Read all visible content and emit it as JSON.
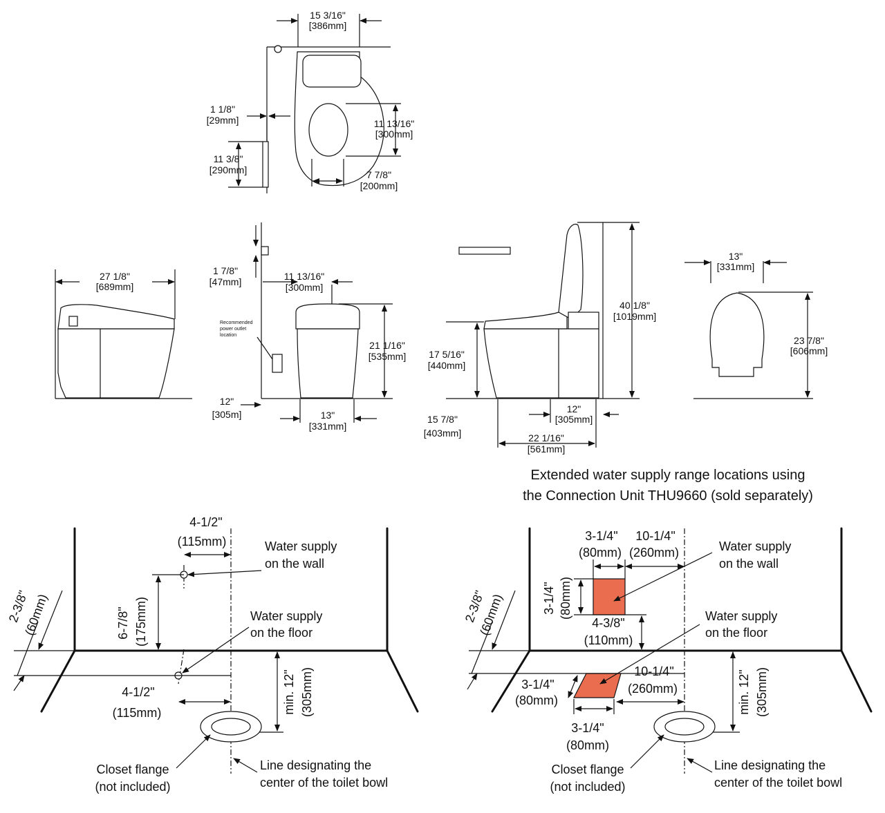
{
  "top_view": {
    "width_in": "15 3/16\"",
    "width_mm": "[386mm]",
    "d1_in": "1 1/8\"",
    "d1_mm": "[29mm]",
    "remote_in": "11 3/8\"",
    "remote_mm": "[290mm]",
    "bowl_len_in": "11 13/16\"",
    "bowl_len_mm": "[300mm]",
    "bowl_w_in": "7 7/8\"",
    "bowl_w_mm": "[200mm]"
  },
  "side_view": {
    "len_in": "27 1/8\"",
    "len_mm": "[689mm]"
  },
  "front_view": {
    "d1_in": "1 7/8\"",
    "d1_mm": "[47mm]",
    "bowl_in": "11 13/16\"",
    "bowl_mm": "[300mm]",
    "height_in": "21 1/16\"",
    "height_mm": "[535mm]",
    "rough_in": "12\"",
    "rough_mm": "[305m]",
    "base_in": "13\"",
    "base_mm": "[331mm]",
    "outlet_note": [
      "Recommended",
      "power outlet",
      "location"
    ]
  },
  "open_view": {
    "seat_in": "17 5/16\"",
    "seat_mm": "[440mm]",
    "total_in": "40 1/8\"",
    "total_mm": "[1019mm]",
    "rough_in": "12\"",
    "rough_mm": "[305mm]",
    "front_in": "15 7/8\"",
    "front_mm": "[403mm]",
    "depth_in": "22 1/16\"",
    "depth_mm": "[561mm]"
  },
  "seat_view": {
    "w_in": "13\"",
    "w_mm": "[331mm]",
    "l_in": "23 7/8\"",
    "l_mm": "[606mm]"
  },
  "extended_title": [
    "Extended water supply range locations using",
    "the Connection Unit THU9660 (sold separately)"
  ],
  "plan_left": {
    "a_in": "4-1/2\"",
    "a_mm": "(115mm)",
    "wall_supply": [
      "Water supply",
      "on the wall"
    ],
    "wall_h_in": "6-7/8\"",
    "wall_h_mm": "(175mm)",
    "floor_supply": [
      "Water supply",
      "on the floor"
    ],
    "side_in": "2-3/8\"",
    "side_mm": "(60mm)",
    "b_in": "4-1/2\"",
    "b_mm": "(115mm)",
    "min_in": "min. 12\"",
    "min_mm": "(305mm)",
    "flange": [
      "Closet flange",
      "(not included)"
    ],
    "center": [
      "Line designating the",
      "center of the toilet bowl"
    ]
  },
  "plan_right": {
    "w1_in": "3-1/4\"",
    "w1_mm": "(80mm)",
    "w2_in": "10-1/4\"",
    "w2_mm": "(260mm)",
    "wall_supply": [
      "Water supply",
      "on the wall"
    ],
    "h1_in": "3-1/4\"",
    "h1_mm": "(80mm)",
    "h2_in": "4-3/8\"",
    "h2_mm": "(110mm)",
    "floor_supply": [
      "Water supply",
      "on the floor"
    ],
    "side_in": "2-3/8\"",
    "side_mm": "(60mm)",
    "f1_in": "3-1/4\"",
    "f1_mm": "(80mm)",
    "f2_in": "10-1/4\"",
    "f2_mm": "(260mm)",
    "f3_in": "3-1/4\"",
    "f3_mm": "(80mm)",
    "min_in": "min. 12\"",
    "min_mm": "(305mm)",
    "flange": [
      "Closet flange",
      "(not included)"
    ],
    "center": [
      "Line designating the",
      "center of the toilet bowl"
    ]
  },
  "colors": {
    "supply_zone": "#ea6d4f",
    "line": "#111111"
  }
}
